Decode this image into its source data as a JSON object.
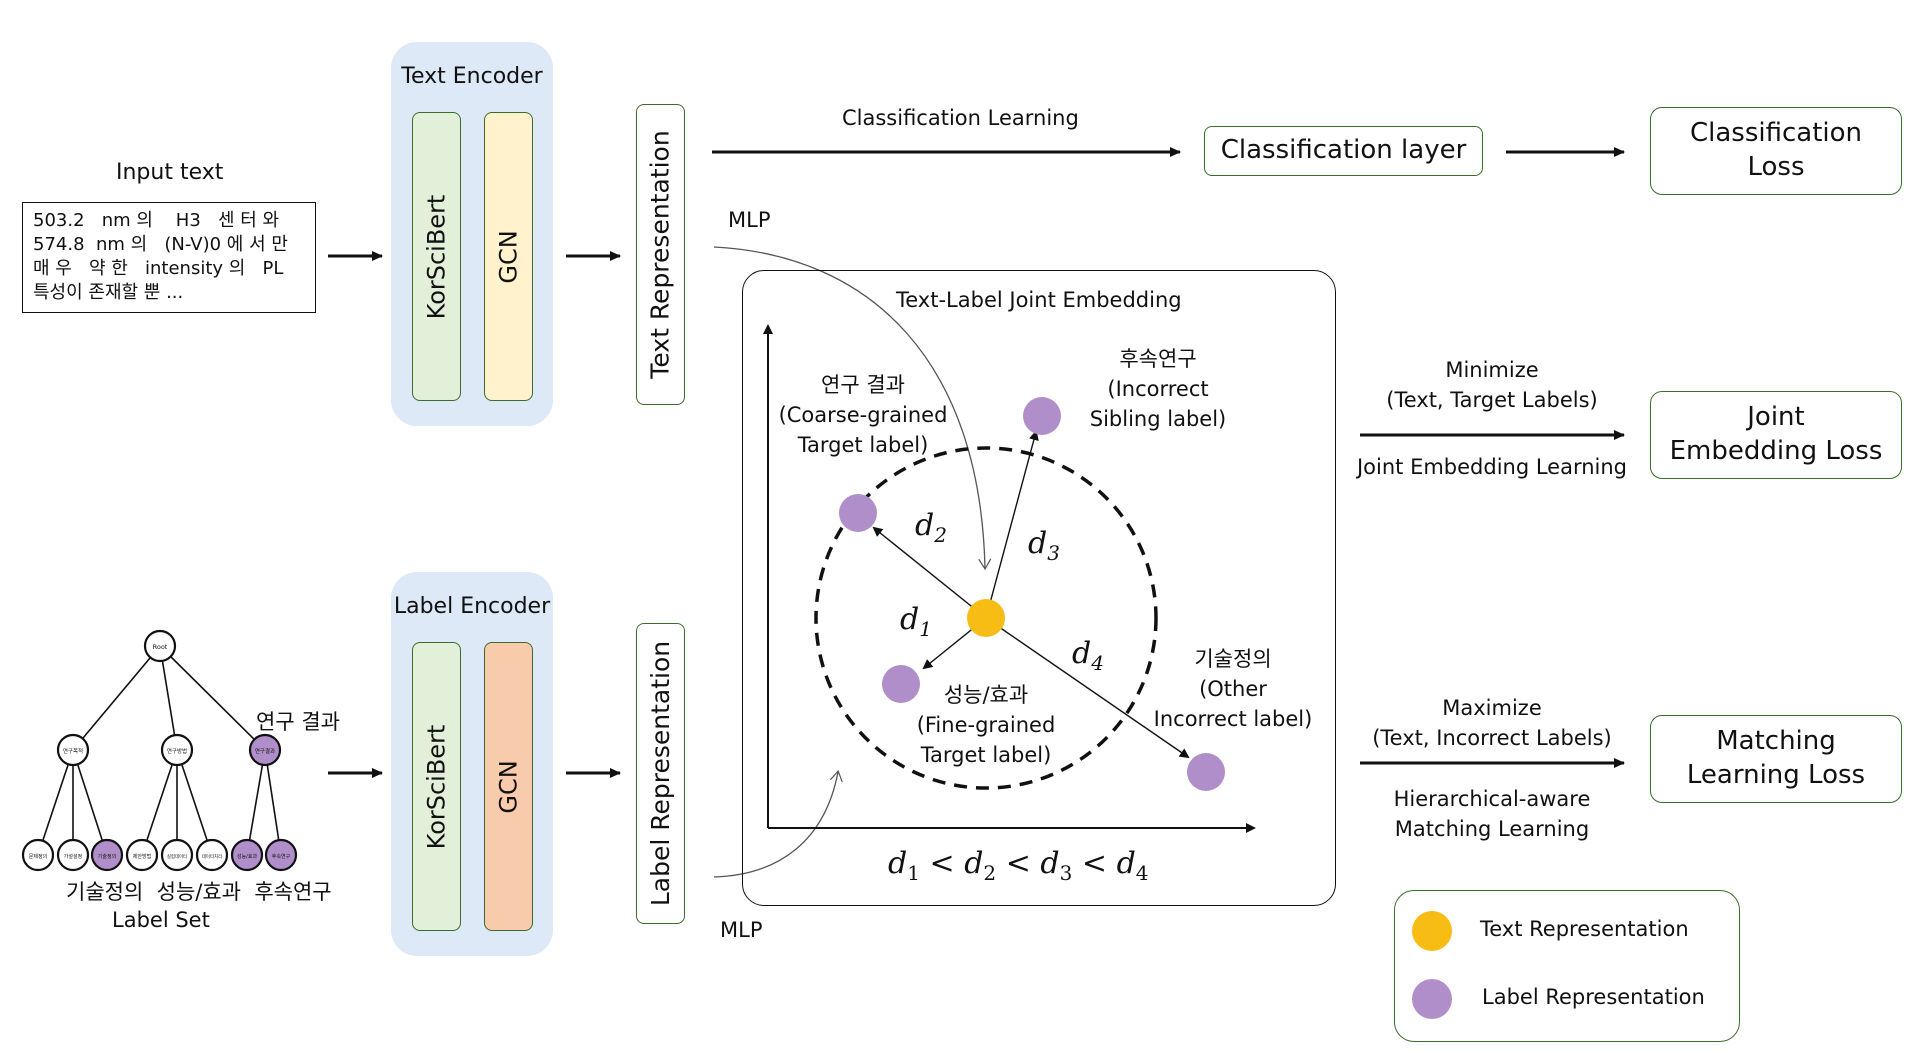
{
  "input": {
    "title": "Input text",
    "lines": [
      "503.2   nm 의    H3   센 터 와",
      "574.8  nm 의   (N-V)0 에 서 만",
      "매 우   약 한   intensity 의   PL",
      "특성이 존재할 뿐 ..."
    ]
  },
  "text_encoder": {
    "title": "Text Encoder",
    "bert": "KorSciBert",
    "gcn": "GCN"
  },
  "label_encoder": {
    "title": "Label Encoder",
    "bert": "KorSciBert",
    "gcn": "GCN"
  },
  "text_repr": "Text Representation",
  "label_repr": "Label Representation",
  "mlp_top": "MLP",
  "mlp_bottom": "MLP",
  "classification": {
    "learning": "Classification Learning",
    "layer": "Classification layer",
    "loss": "Classification\nLoss"
  },
  "joint": {
    "title": "Text-Label Joint Embedding",
    "coarse": "연구 결과\n(Coarse-grained\nTarget label)",
    "sibling": "후속연구\n(Incorrect\nSibling label)",
    "fine": "성능/효과\n(Fine-grained\nTarget label)",
    "other": "기술정의\n(Other\nIncorrect label)",
    "d1_base": "d",
    "d1_sub": "1",
    "d2_base": "d",
    "d2_sub": "2",
    "d3_base": "d",
    "d3_sub": "3",
    "d4_base": "d",
    "d4_sub": "4",
    "inequality_base": "d",
    "lt": "<",
    "sub1": "1",
    "sub2": "2",
    "sub3": "3",
    "sub4": "4"
  },
  "minimize": {
    "title": "Minimize",
    "sub": "(Text, Target Labels)",
    "learning": "Joint Embedding Learning",
    "loss": "Joint\nEmbedding Loss"
  },
  "maximize": {
    "title": "Maximize",
    "sub": "(Text, Incorrect Labels)",
    "learning": "Hierarchical-aware\nMatching Learning",
    "loss": "Matching\nLearning Loss"
  },
  "legend": {
    "text": "Text Representation",
    "label": "Label Representation"
  },
  "tree": {
    "root": "Root",
    "level1": [
      "연구목적",
      "연구방법",
      "연구결과"
    ],
    "level2": [
      "문제정의",
      "가설설정",
      "기술정의",
      "제안방법",
      "실험데이터",
      "데이터처리",
      "성능/효과",
      "후속연구"
    ],
    "callout_result": "연구 결과",
    "callout_bottom": "기술정의  성능/효과  후속연구",
    "set_label": "Label Set"
  },
  "colors": {
    "yellow": "#f7bd14",
    "purple": "#b08ec9",
    "panel": "#dde9f6",
    "green_fill": "#e2efd9",
    "yellow_fill": "#fff2cc",
    "orange_fill": "#f8cbad",
    "green_border": "#3d6b2e"
  }
}
